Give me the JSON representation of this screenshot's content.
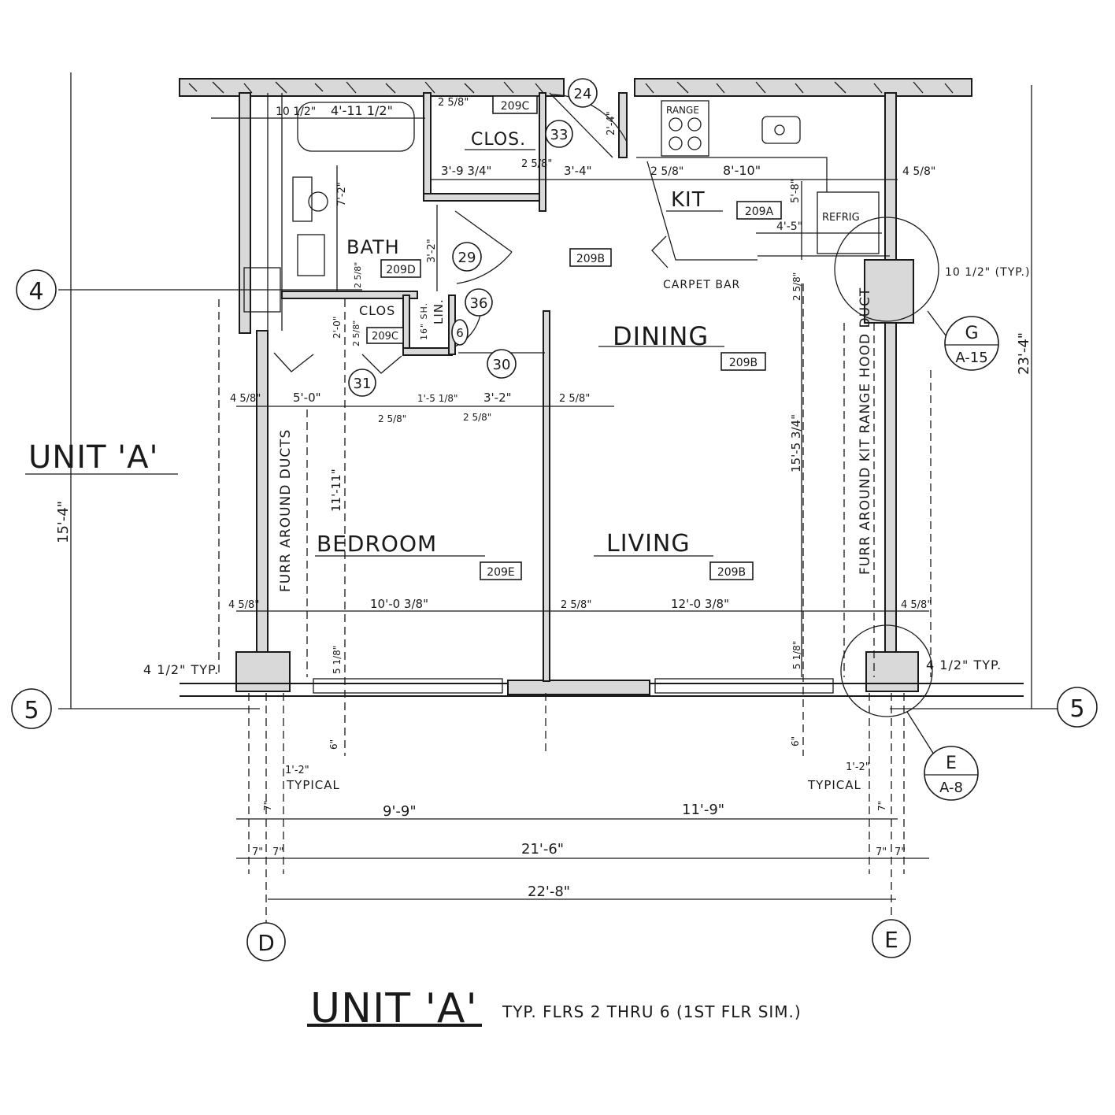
{
  "title": {
    "main": "UNIT 'A'",
    "note": "TYP. FLRS 2 THRU 6 (1ST FLR SIM.)"
  },
  "side_label": "UNIT 'A'",
  "grid": {
    "row_4": "4",
    "row_5": "5",
    "row_5_right": "5",
    "col_d": "D",
    "col_e": "E"
  },
  "rooms": {
    "bath": "BATH",
    "bath_tag": "209D",
    "clos_top": "CLOS.",
    "clos_top_tag": "209C",
    "clos_small": "CLOS",
    "clos_small_tag": "209C",
    "lin": "LIN.",
    "lin_shelf": "16\" SH.",
    "kit": "KIT",
    "kit_tag": "209A",
    "range": "RANGE",
    "refrig": "REFRIG",
    "dining": "DINING",
    "dining_tag": "209B",
    "center_tag": "209B",
    "bedroom": "BEDROOM",
    "bedroom_tag": "209E",
    "living": "LIVING",
    "living_tag": "209B",
    "carpet_bar": "CARPET BAR"
  },
  "door_tags": [
    "24",
    "33",
    "29",
    "36",
    "30",
    "31",
    "6"
  ],
  "section_marks": {
    "g": {
      "letter": "G",
      "sheet": "A-15"
    },
    "e": {
      "letter": "E",
      "sheet": "A-8"
    }
  },
  "notes": {
    "furr_left": "FURR AROUND DUCTS",
    "furr_right": "FURR AROUND KIT RANGE HOOD DUCT",
    "typ_left": "4 1/2\" TYP.",
    "typ_right": "4 1/2\" TYP.",
    "typical_left": "TYPICAL",
    "typical_right": "TYPICAL",
    "typ_corner": "10 1/2\" (TYP.)"
  },
  "dims": {
    "bath_top_a": "10 1/2\"",
    "bath_top_b": "4'-11 1/2\"",
    "clos_top_w": "2 5/8\"",
    "clos_left": "3'-9 3/4\"",
    "clos_mid": "2 5/8\"",
    "hall": "3'-4\"",
    "kit_wall": "2 5/8\"",
    "kit_run": "8'-10\"",
    "right_wall": "4 5/8\"",
    "kit_refrig": "4'-5\"",
    "kit_v": "5'-8\"",
    "door_v": "2'-4\"",
    "bath_v1": "7'-2\"",
    "bath_v2": "3'-2\"",
    "bath_v3": "2 5/8\"",
    "clos_v1": "2'-0\"",
    "clos_v2": "2 5/8\"",
    "dining_v": "2 5/8\"",
    "left_wall_top": "4 5/8\"",
    "bed_top": "5'-0\"",
    "lin_w": "1'-5 1/8\"",
    "lin_a": "2 5/8\"",
    "lin_b": "2 5/8\"",
    "hall_w": "3'-2\"",
    "part_w": "2 5/8\"",
    "bed_v": "11'-11\"",
    "living_v": "15'-5 3/4\"",
    "left_wall_bot": "4 5/8\"",
    "bed_w": "10'-0 3/8\"",
    "part_w2": "2 5/8\"",
    "liv_w": "12'-0 3/8\"",
    "right_wall_bot": "4 5/8\"",
    "win_left": "5 1/8\"",
    "win_right": "5 1/8\"",
    "sill_left": "6\"",
    "sill_right": "6\"",
    "typ_12_left": "1'-2\"",
    "typ_12_right": "1'-2\"",
    "bot_9_9": "9'-9\"",
    "bot_11_9": "11'-9\"",
    "bot_7_a": "7\"",
    "bot_7_b": "7\"",
    "bot_21_6": "21'-6\"",
    "bot_7_c": "7\"",
    "bot_7_d": "7\"",
    "bot_7_e": "7\"",
    "bot_7_f": "7\"",
    "bot_22_8": "22'-8\"",
    "left_15_4": "15'-4\"",
    "right_23_4": "23'-4\""
  }
}
